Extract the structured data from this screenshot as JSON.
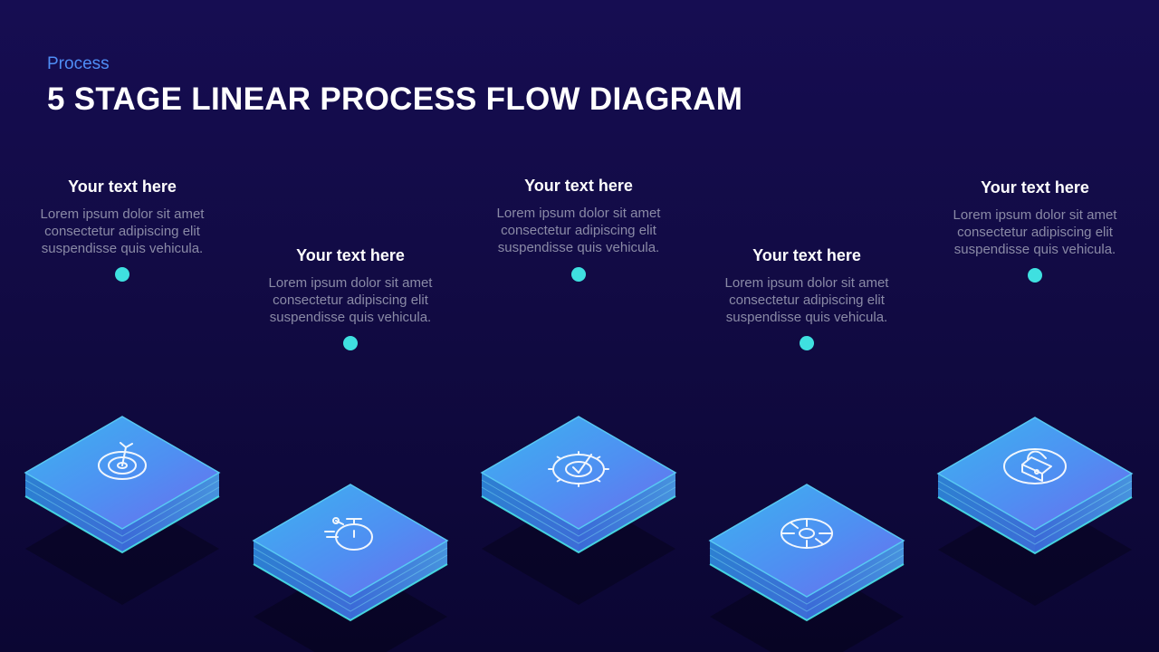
{
  "header": {
    "subtitle": "Process",
    "title": "5 STAGE LINEAR PROCESS FLOW DIAGRAM"
  },
  "stages": [
    {
      "heading": "Your text here",
      "lines": [
        "Lorem ipsum dolor sit amet",
        "consectetur adipiscing elit",
        "suspendisse quis vehicula."
      ],
      "icon": "target-icon"
    },
    {
      "heading": "Your text here",
      "lines": [
        "Lorem ipsum dolor sit amet",
        "consectetur adipiscing elit",
        "suspendisse quis vehicula."
      ],
      "icon": "stopwatch-icon"
    },
    {
      "heading": "Your text here",
      "lines": [
        "Lorem ipsum dolor sit amet",
        "consectetur adipiscing elit",
        "suspendisse quis vehicula."
      ],
      "icon": "gear-check-icon"
    },
    {
      "heading": "Your text here",
      "lines": [
        "Lorem ipsum dolor sit amet",
        "consectetur adipiscing elit",
        "suspendisse quis vehicula."
      ],
      "icon": "crosshair-icon"
    },
    {
      "heading": "Your text here",
      "lines": [
        "Lorem ipsum dolor sit amet",
        "consectetur adipiscing elit",
        "suspendisse quis vehicula."
      ],
      "icon": "lock-icon"
    }
  ],
  "colors": {
    "accent": "#3fe0e0",
    "tile_top": "#4a9ff0",
    "tile_top_alt": "#6b6cf0",
    "subtitle": "#4f8df5"
  }
}
